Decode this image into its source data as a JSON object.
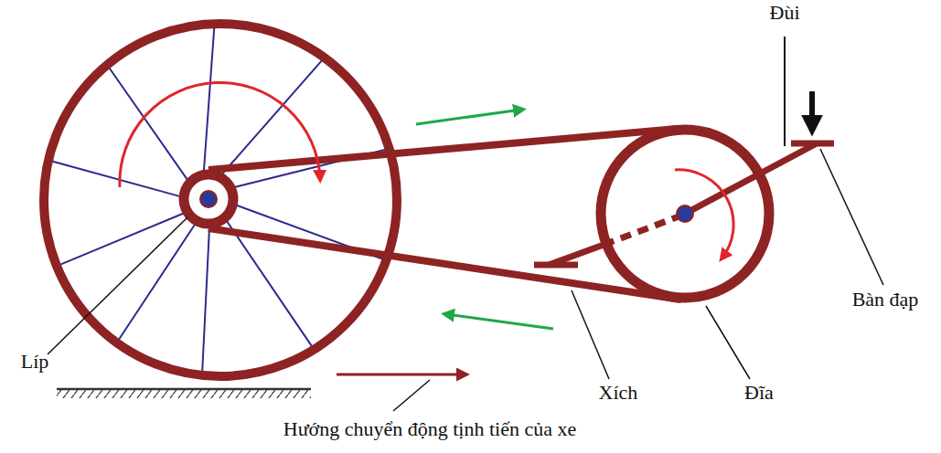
{
  "diagram": {
    "labels": [
      "Đùi",
      "Bàn đạp",
      "Líp",
      "Xích",
      "Đĩa",
      "Hướng chuyển động tịnh tiến của xe"
    ]
  }
}
